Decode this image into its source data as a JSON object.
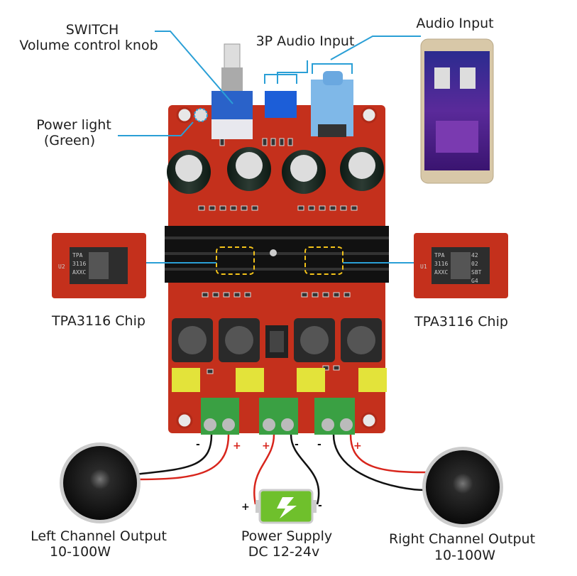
{
  "labels": {
    "switch": "SWITCH",
    "volume_knob": "Volume control knob",
    "audio_3p": "3P Audio Input",
    "audio_input": "Audio Input",
    "power_light": "Power light",
    "power_light_color": "(Green)",
    "chip_left": "TPA3116 Chip",
    "chip_right": "TPA3116 Chip",
    "left_output": "Left Channel Output",
    "left_power": "10-100W",
    "power_supply": "Power Supply",
    "power_range": "DC 12-24v",
    "right_output": "Right Channel Output",
    "right_power": "10-100W"
  },
  "chip_marking": [
    "TPA",
    "3116",
    "AXXC"
  ],
  "chip_marking_right": [
    "42",
    "02",
    "SBT",
    "G4"
  ],
  "chip_ids": {
    "left": "U2",
    "right": "U1"
  },
  "polarity": {
    "plus": "+",
    "minus": "-"
  },
  "colors": {
    "board": "#c4301c",
    "callout": "#2a9fd6",
    "terminal": "#3aa043",
    "battery": "#6fc02c",
    "wire_red": "#d8251c",
    "wire_black": "#111111"
  },
  "icons": [
    "speaker-icon",
    "battery-icon",
    "smartphone-icon",
    "chip-icon"
  ]
}
